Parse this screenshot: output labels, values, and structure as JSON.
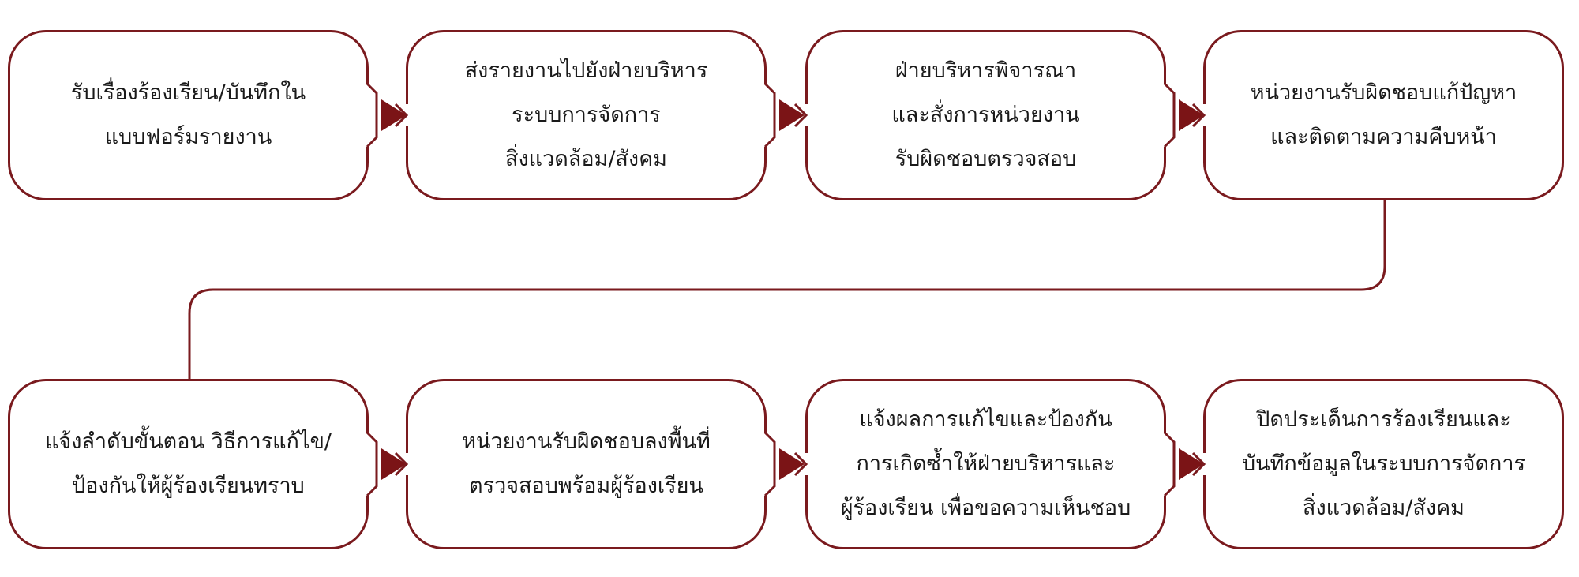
{
  "colors": {
    "border": "#7a1a1e",
    "arrow": "#7b1416",
    "text": "#1a1a1a"
  },
  "steps": [
    {
      "lines": [
        "รับเรื่องร้องเรียน/บันทึกใน",
        "แบบฟอร์มรายงาน"
      ]
    },
    {
      "lines": [
        "ส่งรายงานไปยังฝ่ายบริหาร",
        "ระบบการจัดการ",
        "สิ่งแวดล้อม/สังคม"
      ]
    },
    {
      "lines": [
        "ฝ่ายบริหารพิจารณา",
        "และสั่งการหน่วยงาน",
        "รับผิดชอบตรวจสอบ"
      ]
    },
    {
      "lines": [
        "หน่วยงานรับผิดชอบแก้ปัญหา",
        "และติดตามความคืบหน้า"
      ]
    },
    {
      "lines": [
        "แจ้งลำดับขั้นตอน วิธีการแก้ไข/",
        "ป้องกันให้ผู้ร้องเรียนทราบ"
      ]
    },
    {
      "lines": [
        "หน่วยงานรับผิดชอบลงพื้นที่",
        "ตรวจสอบพร้อมผู้ร้องเรียน"
      ]
    },
    {
      "lines": [
        "แจ้งผลการแก้ไขและป้องกัน",
        "การเกิดซ้ำให้ฝ่ายบริหารและ",
        "ผู้ร้องเรียน เพื่อขอความเห็นชอบ"
      ]
    },
    {
      "lines": [
        "ปิดประเด็นการร้องเรียนและ",
        "บันทึกข้อมูลในระบบการจัดการ",
        "สิ่งแวดล้อม/สังคม"
      ]
    }
  ]
}
